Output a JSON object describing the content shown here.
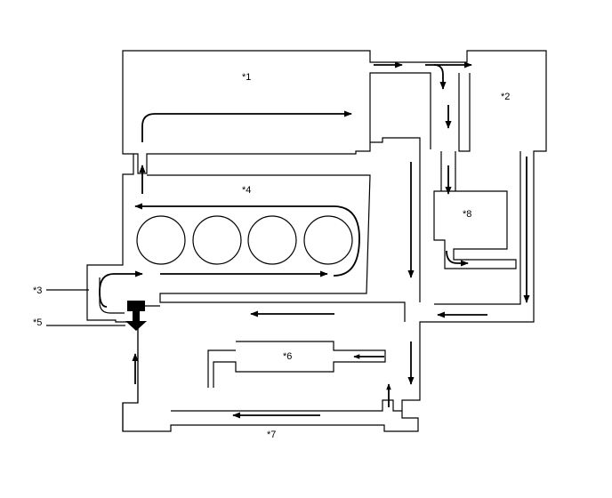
{
  "diagram": {
    "labels": {
      "l1": "*1",
      "l2": "*2",
      "l3": "*3",
      "l4": "*4",
      "l5": "*5",
      "l6": "*6",
      "l7": "*7",
      "l8": "*8"
    },
    "ink_color": "#000000",
    "background_color": "#ffffff"
  }
}
